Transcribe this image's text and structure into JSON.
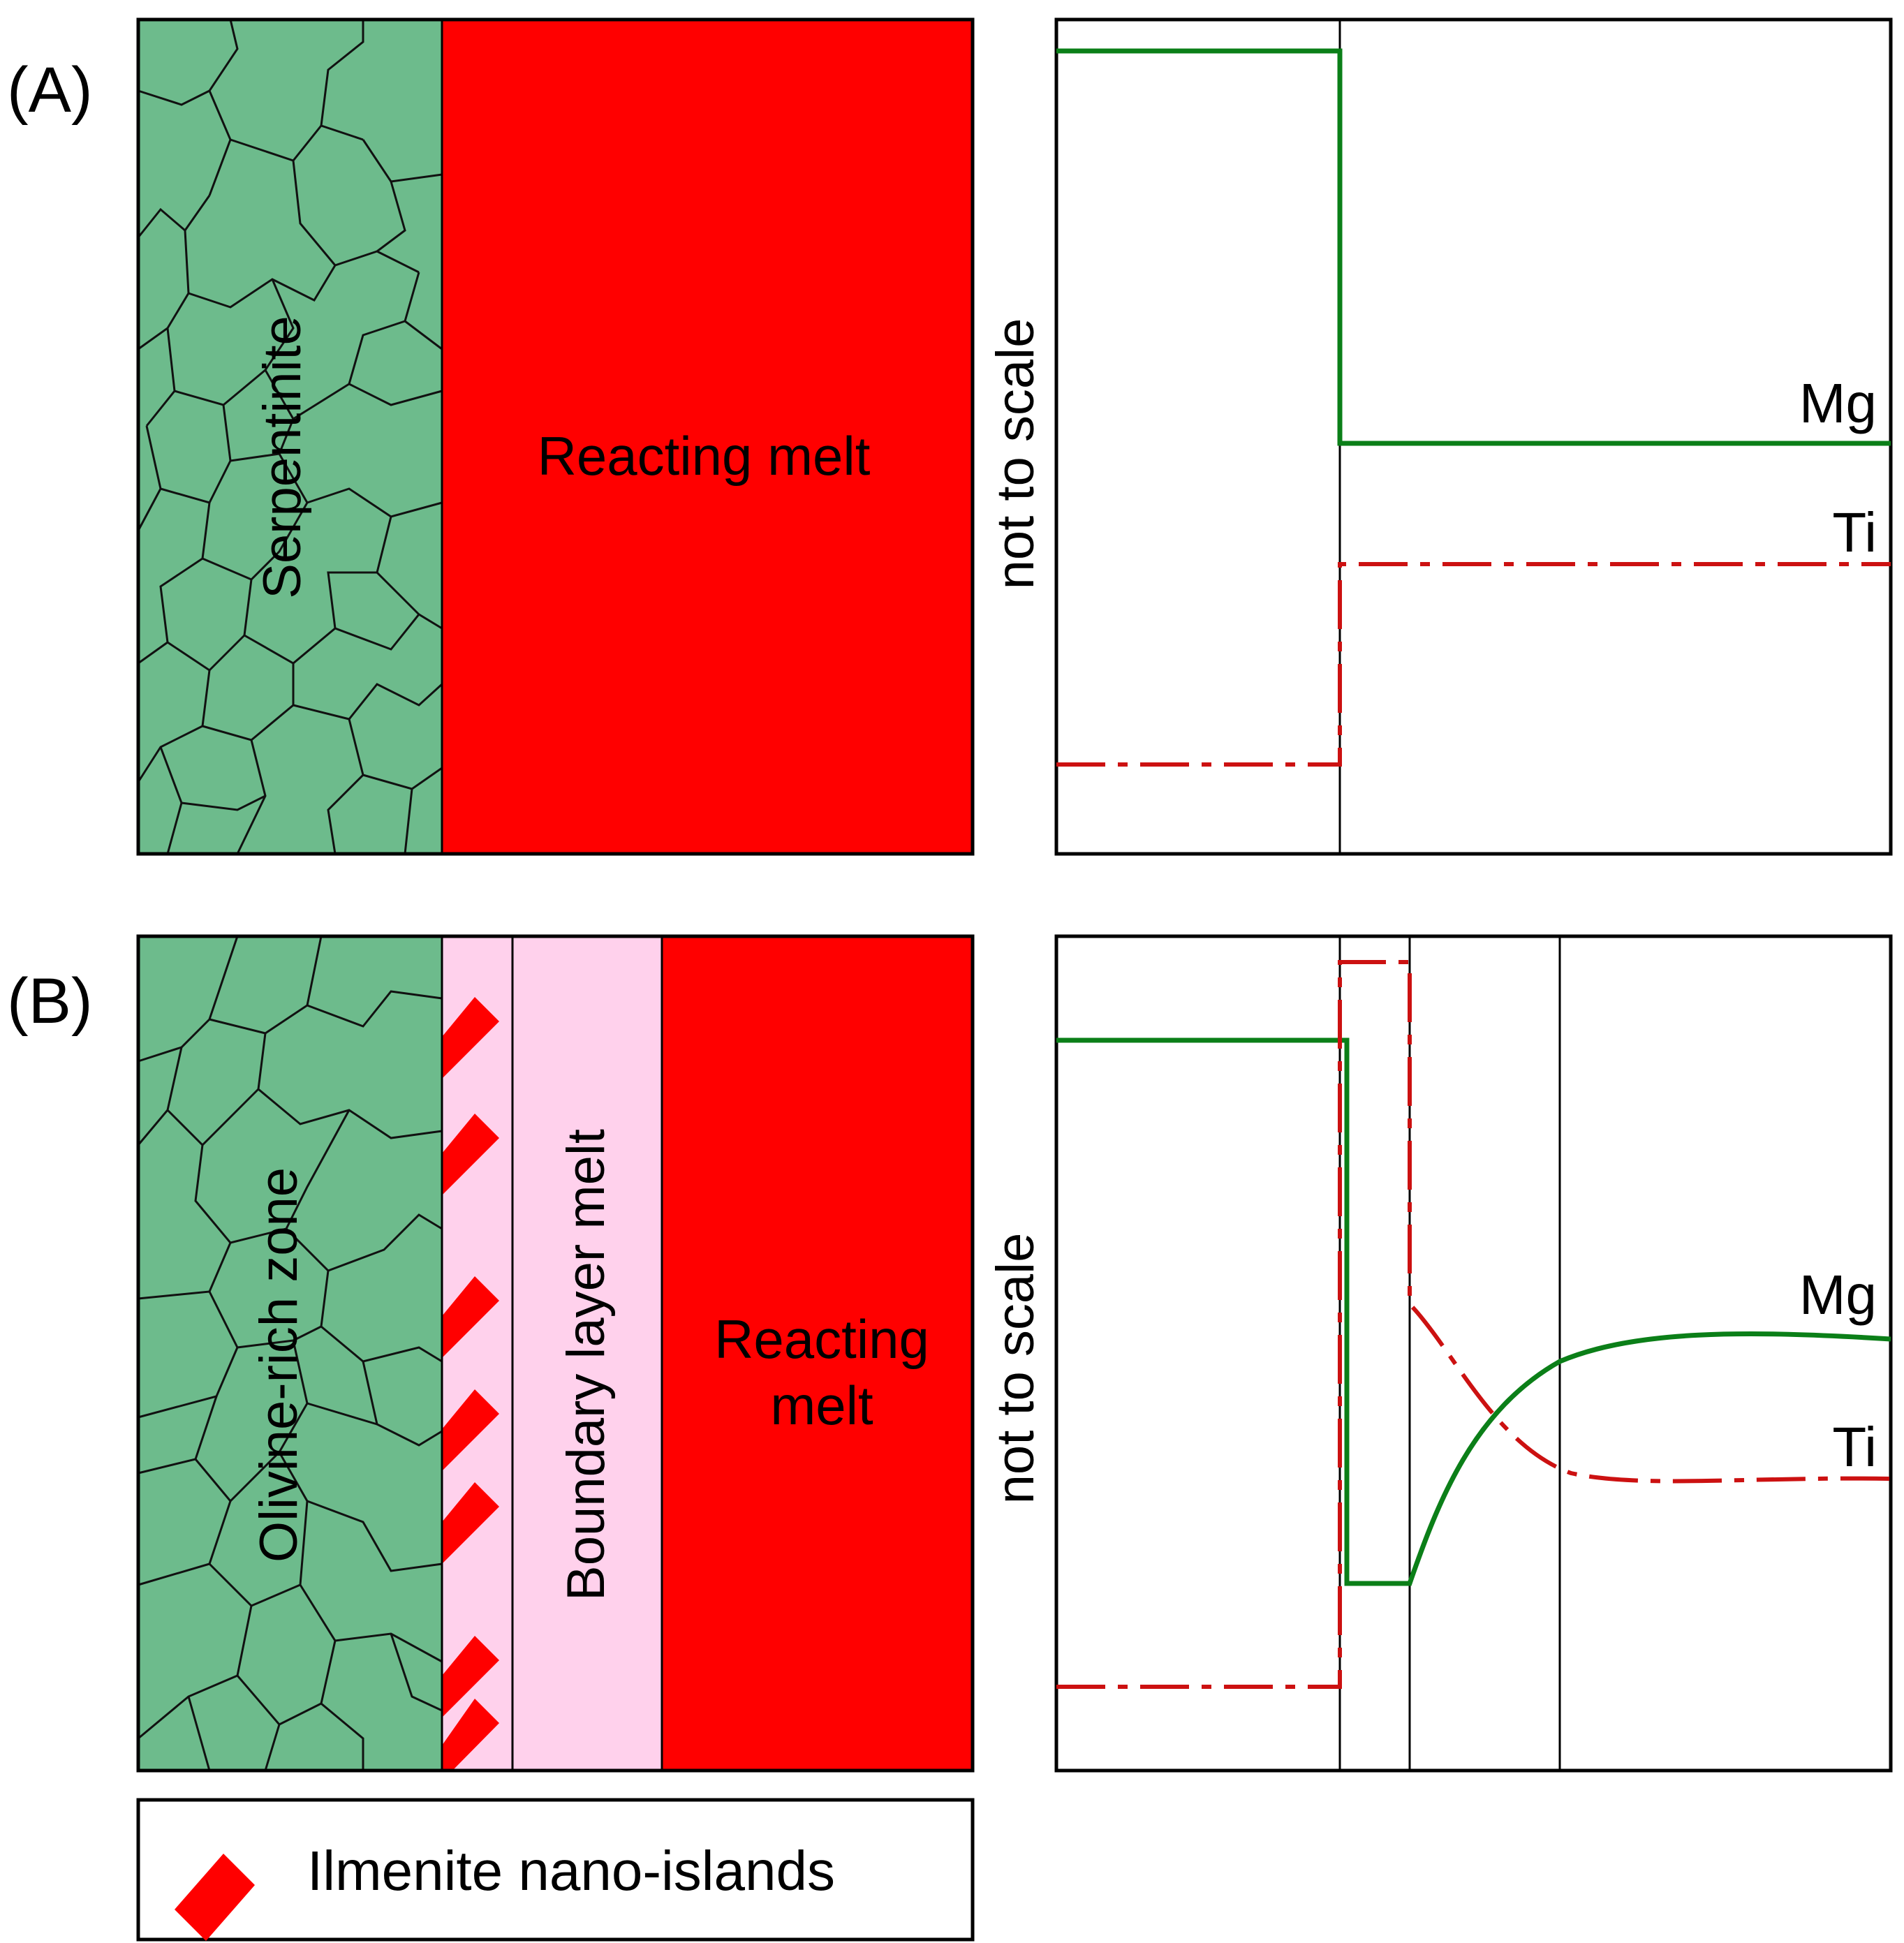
{
  "panels": {
    "a": {
      "letter": "(A)",
      "left_zone": "Serpentinite",
      "right_zone": "Reacting melt",
      "profile_axis_note": "not to scale",
      "mg_label": "Mg",
      "ti_label": "Ti"
    },
    "b": {
      "letter": "(B)",
      "left_zone": "Olivine-rich zone",
      "middle_zone": "Boundary layer melt",
      "right_zone_line1": "Reacting",
      "right_zone_line2": "melt",
      "profile_axis_note": "not to scale",
      "mg_label": "Mg",
      "ti_label": "Ti"
    }
  },
  "legend": {
    "label": "Ilmenite nano-islands"
  },
  "colors": {
    "rock_green": "#6dbb8c",
    "melt_red": "#ff0000",
    "boundary_pink": "#ffd1ec",
    "mg_line": "#0b7f18",
    "ti_line": "#cc1111",
    "frame": "#000000"
  }
}
